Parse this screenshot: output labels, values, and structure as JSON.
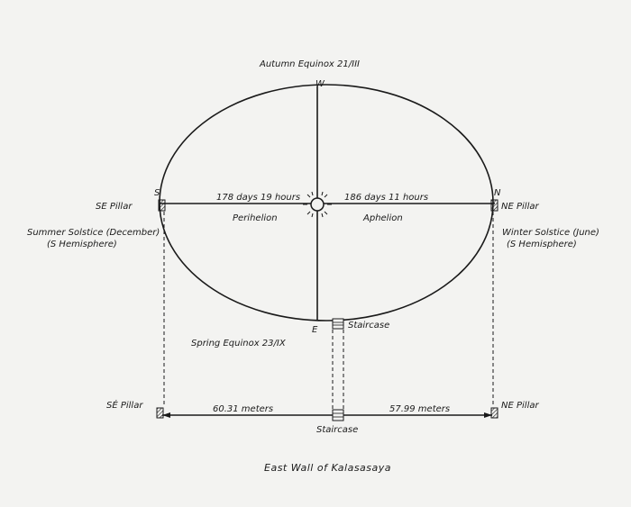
{
  "labels": {
    "autumn_equinox": "Autumn Equinox 21/III",
    "spring_equinox": "Spring Equinox 23/IX",
    "north": "N",
    "south": "S",
    "east": "E",
    "west": "W",
    "se_pillar_top": "SE Pillar",
    "ne_pillar_top": "NE Pillar",
    "summer_solstice": "Summer Solstice (December)",
    "summer_hemisphere": "(S Hemisphere)",
    "winter_solstice": "Winter Solstice (June)",
    "winter_hemisphere": "(S Hemisphere)",
    "perihelion_time": "178 days 19 hours",
    "aphelion_time": "186 days 11 hours",
    "perihelion": "Perihelion",
    "aphelion": "Aphelion",
    "staircase_upper": "Staircase",
    "se_pillar_bottom": "SÉ Pillar",
    "ne_pillar_bottom": "NE Pillar",
    "distance_left": "60.31 meters",
    "distance_right": "57.99 meters",
    "staircase_lower": "Staircase",
    "caption": "East Wall of Kalasasaya"
  },
  "colors": {
    "ink": "#1a1a1a",
    "paper": "#f3f3f1"
  }
}
